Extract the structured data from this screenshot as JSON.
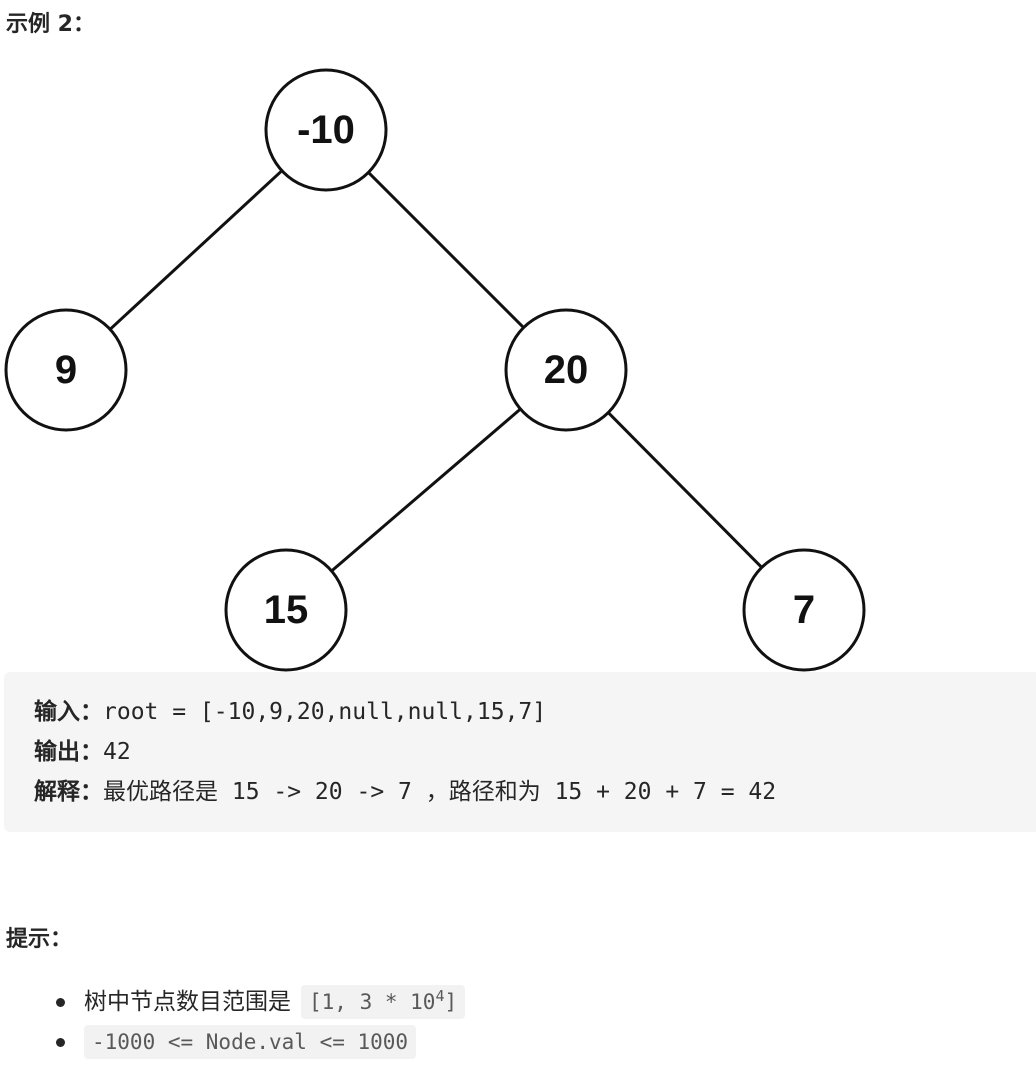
{
  "example": {
    "heading": "示例 2："
  },
  "tree": {
    "nodes": [
      {
        "id": "n0",
        "value": "-10"
      },
      {
        "id": "n1",
        "value": "9"
      },
      {
        "id": "n2",
        "value": "20"
      },
      {
        "id": "n3",
        "value": "15"
      },
      {
        "id": "n4",
        "value": "7"
      }
    ],
    "edges": [
      {
        "from": "n0",
        "to": "n1"
      },
      {
        "from": "n0",
        "to": "n2"
      },
      {
        "from": "n2",
        "to": "n3"
      },
      {
        "from": "n2",
        "to": "n4"
      }
    ]
  },
  "io": {
    "input_label": "输入：",
    "input_value": "root = [-10,9,20,null,null,15,7]",
    "output_label": "输出：",
    "output_value": "42",
    "explain_label": "解释：",
    "explain_text_1": "最优路径是",
    "explain_path": " 15 -> 20 -> 7 ",
    "explain_comma": "，",
    "explain_text_2": "路径和为",
    "explain_sum": " 15 + 20 + 7 = 42"
  },
  "hints": {
    "heading": "提示：",
    "item1_text": "树中节点数目范围是",
    "item1_code": "[1, 3 * 10",
    "item1_sup": "4",
    "item1_close": "]",
    "item2_code": "-1000 <= Node.val <= 1000"
  }
}
